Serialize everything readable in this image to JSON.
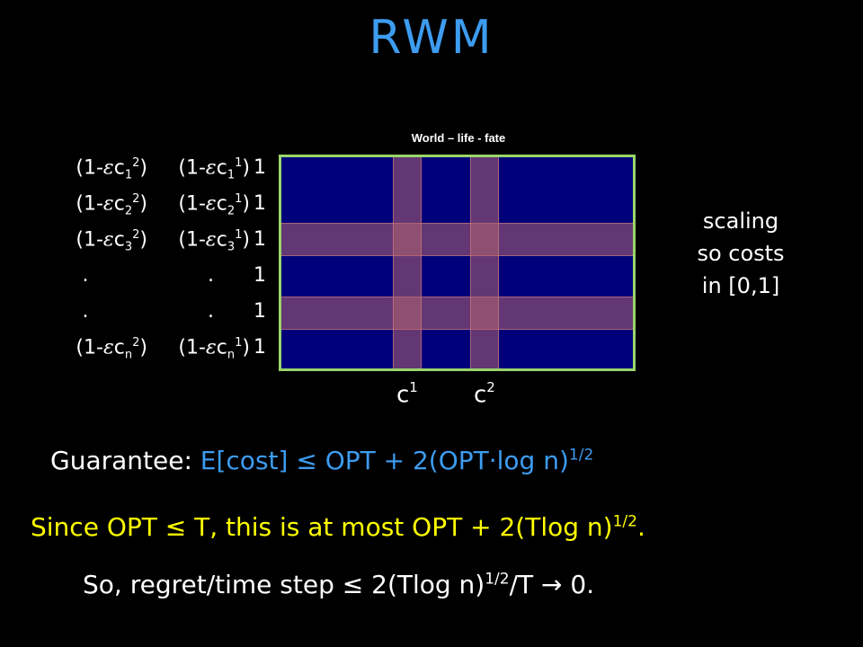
{
  "title": "RWM",
  "world_label": "World – life - fate",
  "weights": {
    "col1": [
      "(1-εc₁²)",
      "(1-εc₂²)",
      "(1-εc₃²)",
      ".",
      ".",
      "(1-εcₙ²)"
    ],
    "col2": [
      "(1-εc₁¹)",
      "(1-εc₂¹)",
      "(1-εc₃¹)",
      ".",
      ".",
      "(1-εcₙ¹)"
    ],
    "col3": [
      "1",
      "1",
      "1",
      "1",
      "1",
      "1"
    ]
  },
  "c_labels": [
    "c",
    "c"
  ],
  "c_sups": [
    "1",
    "2"
  ],
  "scaling_note": [
    "scaling",
    "so costs",
    "in [0,1]"
  ],
  "guarantee": {
    "label": "Guarantee:",
    "formula_a": "E[cost] ≤ OPT + 2(OPT·log n)",
    "formula_exp": "1/2"
  },
  "since": {
    "text_a": "Since OPT ≤ T, this is at most OPT + 2(Tlog n)",
    "exp": "1/2",
    "text_b": "."
  },
  "so": {
    "text_a": "So, regret/time step ≤ 2(Tlog n)",
    "exp": "1/2",
    "text_b": "/T → 0."
  },
  "colors": {
    "title": "#3d9cf0",
    "grid_fill": "#00007a",
    "grid_border": "#9ad46a",
    "band": "#b4646e",
    "since": "#ffff00"
  }
}
